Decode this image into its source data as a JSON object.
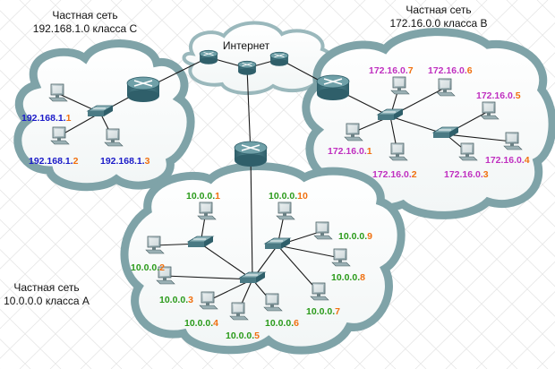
{
  "captions": {
    "net_c_title": "Частная сеть",
    "net_c_sub": "192.168.1.0 класса C",
    "net_b_title": "Частная сеть",
    "net_b_sub": "172.16.0.0 класса B",
    "net_a_title": "Частная сеть",
    "net_a_sub": "10.0.0.0 класса A",
    "internet": "Интернет"
  },
  "colors": {
    "class_c_prefix": "#1a1ac8",
    "class_b_prefix": "#c030c0",
    "class_a_prefix": "#2a9a1a",
    "host_part": "#f07010",
    "cloud_border": "#7fa3a8",
    "device": "#4a7a84"
  },
  "hosts": {
    "c1": {
      "prefix": "192.168.1.",
      "host": "1"
    },
    "c2": {
      "prefix": "192.168.1.",
      "host": "2"
    },
    "c3": {
      "prefix": "192.168.1.",
      "host": "3"
    },
    "b1": {
      "prefix": "172.16.0.",
      "host": "1"
    },
    "b2": {
      "prefix": "172.16.0.",
      "host": "2"
    },
    "b3": {
      "prefix": "172.16.0.",
      "host": "3"
    },
    "b4": {
      "prefix": "172.16.0.",
      "host": "4"
    },
    "b5": {
      "prefix": "172.16.0.",
      "host": "5"
    },
    "b6": {
      "prefix": "172.16.0.",
      "host": "6"
    },
    "b7": {
      "prefix": "172.16.0.",
      "host": "7"
    },
    "a1": {
      "prefix": "10.0.0.",
      "host": "1"
    },
    "a2": {
      "prefix": "10.0.0.",
      "host": "2"
    },
    "a3": {
      "prefix": "10.0.0.",
      "host": "3"
    },
    "a4": {
      "prefix": "10.0.0.",
      "host": "4"
    },
    "a5": {
      "prefix": "10.0.0.",
      "host": "5"
    },
    "a6": {
      "prefix": "10.0.0.",
      "host": "6"
    },
    "a7": {
      "prefix": "10.0.0.",
      "host": "7"
    },
    "a8": {
      "prefix": "10.0.0.",
      "host": "8"
    },
    "a9": {
      "prefix": "10.0.0.",
      "host": "9"
    },
    "a10": {
      "prefix": "10.0.0.",
      "host": "10"
    }
  }
}
